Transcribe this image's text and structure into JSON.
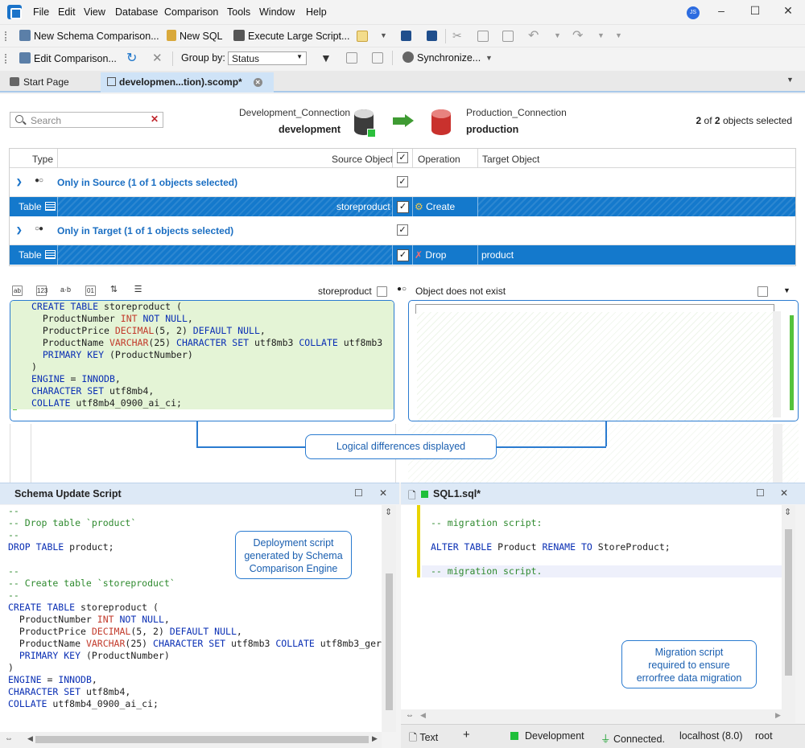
{
  "menu": [
    "File",
    "Edit",
    "View",
    "Database",
    "Comparison",
    "Tools",
    "Window",
    "Help"
  ],
  "user_initials": "JS",
  "toolbar1": {
    "new_schema_comparison": "New Schema Comparison...",
    "new_sql": "New SQL",
    "execute_large_script": "Execute Large Script..."
  },
  "toolbar2": {
    "edit_comparison": "Edit Comparison...",
    "group_by_label": "Group by:",
    "group_by_value": "Status",
    "synchronize": "Synchronize..."
  },
  "tabs": [
    {
      "label": "Start Page"
    },
    {
      "label": "developmen...tion).scomp*"
    }
  ],
  "search": {
    "placeholder": "Search"
  },
  "source": {
    "connection": "Development_Connection",
    "database": "development"
  },
  "target": {
    "connection": "Production_Connection",
    "database": "production"
  },
  "selection_summary": {
    "count": "2",
    "total": "2",
    "suffix": "objects selected",
    "sep": "of"
  },
  "grid": {
    "columns": {
      "type": "Type",
      "source": "Source Object",
      "operation": "Operation",
      "target": "Target Object"
    },
    "groups": [
      {
        "title": "Only in Source (1 of 1 objects selected)",
        "row": {
          "type": "Table",
          "source": "storeproduct",
          "operation": "Create",
          "target": ""
        }
      },
      {
        "title": "Only in Target (1 of 1 objects selected)",
        "row": {
          "type": "Table",
          "source": "",
          "operation": "Drop",
          "target": "product"
        }
      }
    ]
  },
  "compare": {
    "left_title": "storeproduct",
    "right_title": "Object does not exist",
    "left_code": [
      "CREATE TABLE storeproduct (",
      "  ProductNumber INT NOT NULL,",
      "  ProductPrice DECIMAL(5, 2) DEFAULT NULL,",
      "  ProductName VARCHAR(25) CHARACTER SET utf8mb3 COLLATE utf8mb3",
      "  PRIMARY KEY (ProductNumber)",
      ")",
      "ENGINE = INNODB,",
      "CHARACTER SET utf8mb4,",
      "COLLATE utf8mb4_0900_ai_ci;"
    ]
  },
  "callouts": {
    "logical": "Logical differences displayed",
    "deployment": [
      "Deployment script",
      "generated by Schema",
      "Comparison Engine"
    ],
    "migration": [
      "Migration script",
      "required to ensure",
      "errorfree data migration"
    ]
  },
  "schema_panel": {
    "title": "Schema Update Script",
    "code": [
      "--",
      "-- Drop table `product`",
      "--",
      "DROP TABLE product;",
      "",
      "--",
      "-- Create table `storeproduct`",
      "--",
      "CREATE TABLE storeproduct (",
      "  ProductNumber INT NOT NULL,",
      "  ProductPrice DECIMAL(5, 2) DEFAULT NULL,",
      "  ProductName VARCHAR(25) CHARACTER SET utf8mb3 COLLATE utf8mb3_ger",
      "  PRIMARY KEY (ProductNumber)",
      ")",
      "ENGINE = INNODB,",
      "CHARACTER SET utf8mb4,",
      "COLLATE utf8mb4_0900_ai_ci;"
    ]
  },
  "sql_panel": {
    "title": "SQL1.sql*",
    "code": [
      "",
      "-- migration script:",
      "",
      "ALTER TABLE Product RENAME TO StoreProduct;",
      "",
      "-- migration script."
    ]
  },
  "statusbar": {
    "text_tab": "Text",
    "add": "+",
    "connection": "Development",
    "state": "Connected.",
    "host": "localhost (8.0)",
    "user": "root"
  },
  "colors": {
    "accent": "#1479cc",
    "diff_green": "#e4f4d6",
    "arrow": "#3f9b33"
  }
}
